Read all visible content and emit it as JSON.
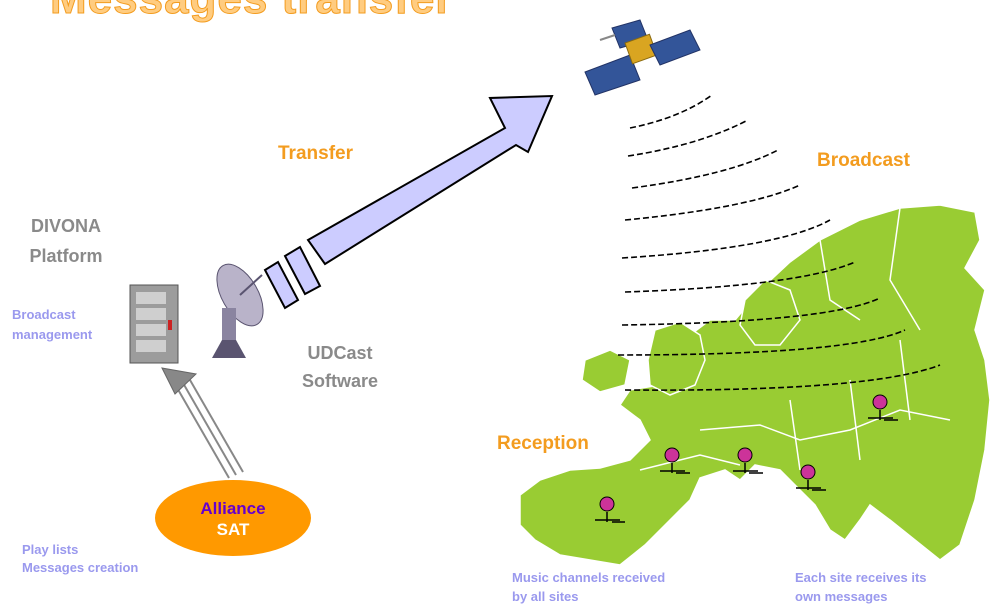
{
  "title": "Messages transfer",
  "labels": {
    "transfer": "Transfer",
    "broadcast": "Broadcast",
    "reception": "Reception",
    "divona_line1": "DIVONA",
    "divona_line2": "Platform",
    "broadcast_mgmt_line1": "Broadcast",
    "broadcast_mgmt_line2": "management",
    "udcast_line1": "UDCast",
    "udcast_line2": "Software",
    "alliance_line1": "Alliance",
    "alliance_line2": "SAT",
    "playlists_line1": "Play lists",
    "playlists_line2": "Messages creation",
    "music_line1": "Music channels received",
    "music_line2": "by all sites",
    "each_site_line1": "Each site receives its",
    "each_site_line2": "own messages"
  },
  "colors": {
    "orange": "#f39c1f",
    "gray": "#8a8a8a",
    "lavender": "#9a99ee",
    "arrow_fill": "#ccccff",
    "map_green": "#99cc33",
    "ellipse": "#ff9900",
    "alliance_text": "#6600cc"
  }
}
